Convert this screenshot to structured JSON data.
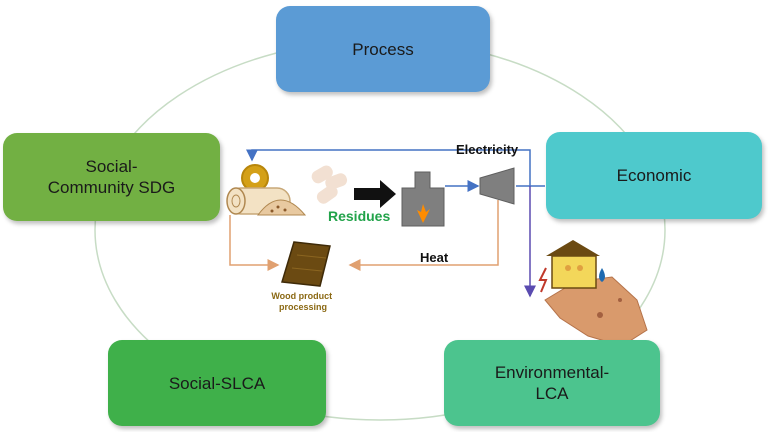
{
  "nodes": {
    "process": "Process",
    "economic": "Economic",
    "social_community": "Social-\nCommunity SDG",
    "social_slca": "Social-SLCA",
    "environmental": "Environmental-\nLCA"
  },
  "flows": {
    "electricity": "Electricity",
    "heat": "Heat",
    "residues": "Residues",
    "wood_processing": "Wood product\nprocessing"
  },
  "colors": {
    "process": "#5b9bd5",
    "economic": "#4ec9cc",
    "social_community": "#72b043",
    "social_slca": "#3fb04a",
    "environmental": "#4cc48e",
    "cycle_ring": "#c7dcc5",
    "electricity_line": "#4472c4",
    "heat_line": "#e0a070",
    "residues_text": "#22a34a",
    "wood_text": "#8b6914"
  }
}
